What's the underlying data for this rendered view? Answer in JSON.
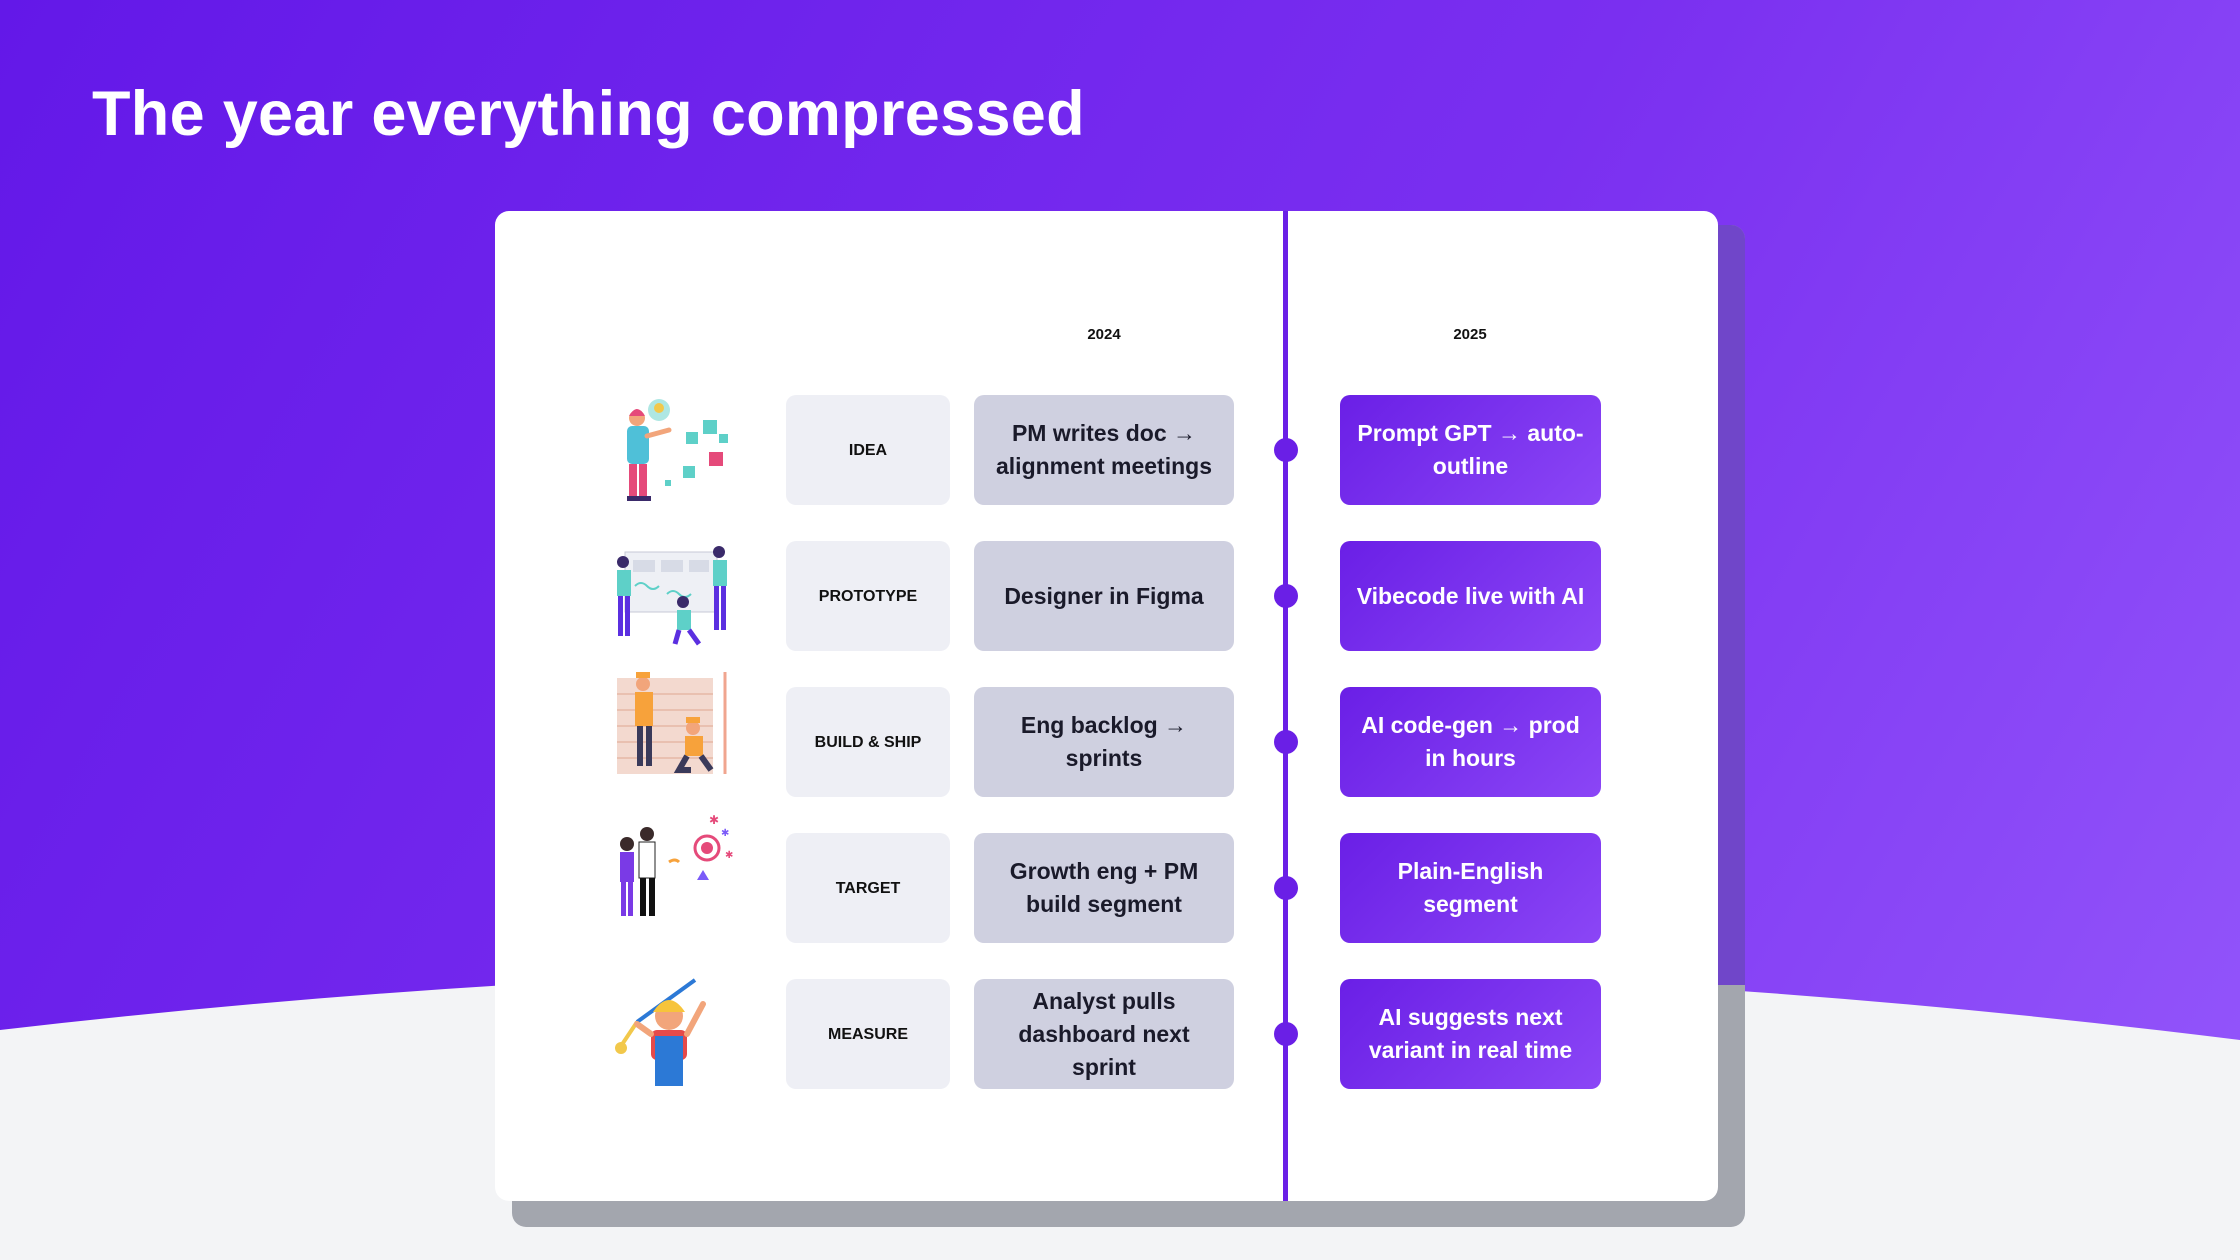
{
  "title": "The year everything compressed",
  "columns": {
    "year_old": "2024",
    "year_new": "2025"
  },
  "colors": {
    "accent": "#6a1fe6",
    "accent_light": "#8b46f6",
    "old_box": "#cfd0e0",
    "stage_box": "#eeeff5",
    "background_purple": "#7a2ff0"
  },
  "rows": [
    {
      "stage": "IDEA",
      "old": "PM writes doc → alignment meetings",
      "new": "Prompt GPT → auto-outline",
      "illustration": "person-assembling-puzzle-illustration"
    },
    {
      "stage": "PROTOTYPE",
      "old": "Designer in Figma",
      "new": "Vibecode live with AI",
      "illustration": "team-building-wireframe-illustration"
    },
    {
      "stage": "BUILD & SHIP",
      "old": "Eng backlog → sprints",
      "new": "AI code-gen → prod in hours",
      "illustration": "workers-building-brick-wall-illustration"
    },
    {
      "stage": "TARGET",
      "old": "Growth eng + PM build segment",
      "new": "Plain-English segment",
      "illustration": "team-aiming-at-target-illustration"
    },
    {
      "stage": "MEASURE",
      "old": "Analyst pulls dashboard next sprint",
      "new": "AI suggests next variant in real time",
      "illustration": "worker-with-measuring-tape-illustration"
    }
  ]
}
